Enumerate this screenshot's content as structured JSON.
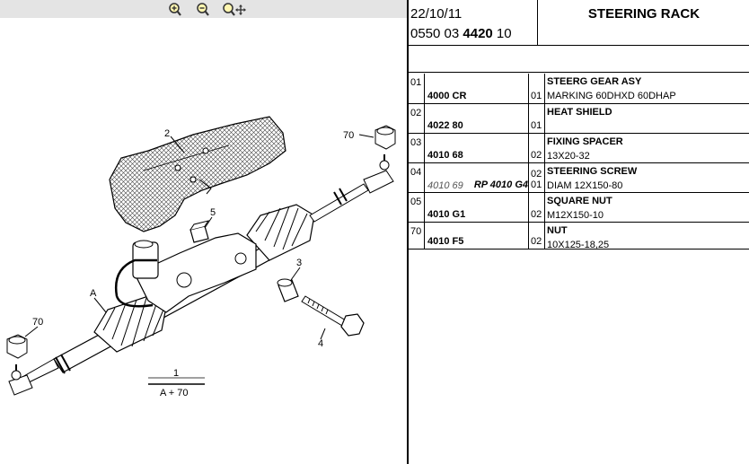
{
  "toolbar": {
    "zoom_in_icon": "magnifier-plus-icon",
    "zoom_out_icon": "magnifier-minus-icon",
    "pan_icon": "magnifier-move-icon"
  },
  "header": {
    "date": "22/10/11",
    "ref_prefix": "0550 03 ",
    "ref_bold": "4420",
    "ref_suffix": " 10",
    "title": "STEERING RACK"
  },
  "diagram": {
    "labels": {
      "l2": "2",
      "l70a": "70",
      "l5": "5",
      "l3": "3",
      "lA": "A",
      "l70b": "70",
      "l4": "4",
      "l1": "1",
      "lA70": "A + 70"
    }
  },
  "parts": [
    {
      "num": "01",
      "ref": "4000 CR",
      "ref_alt": "",
      "ref_rp": "",
      "qty": "01",
      "name": "STEERG GEAR ASY",
      "detail": "MARKING 60DHXD 60DHAP"
    },
    {
      "num": "02",
      "ref": "4022 80",
      "ref_alt": "",
      "ref_rp": "",
      "qty": "01",
      "name": "HEAT SHIELD",
      "detail": ""
    },
    {
      "num": "03",
      "ref": "4010 68",
      "ref_alt": "",
      "ref_rp": "",
      "qty": "02",
      "name": "FIXING SPACER",
      "detail": "13X20-32"
    },
    {
      "num": "04",
      "ref": "",
      "ref_alt": "4010 69",
      "ref_rp": "RP 4010 G4",
      "qty": "02\n01",
      "name": "STEERING SCREW",
      "detail": "DIAM 12X150-80"
    },
    {
      "num": "05",
      "ref": "4010 G1",
      "ref_alt": "",
      "ref_rp": "",
      "qty": "02",
      "name": "SQUARE NUT",
      "detail": "M12X150-10"
    },
    {
      "num": "70",
      "ref": "4010 F5",
      "ref_alt": "",
      "ref_rp": "",
      "qty": "02",
      "name": "NUT",
      "detail": "10X125-18,25"
    }
  ]
}
